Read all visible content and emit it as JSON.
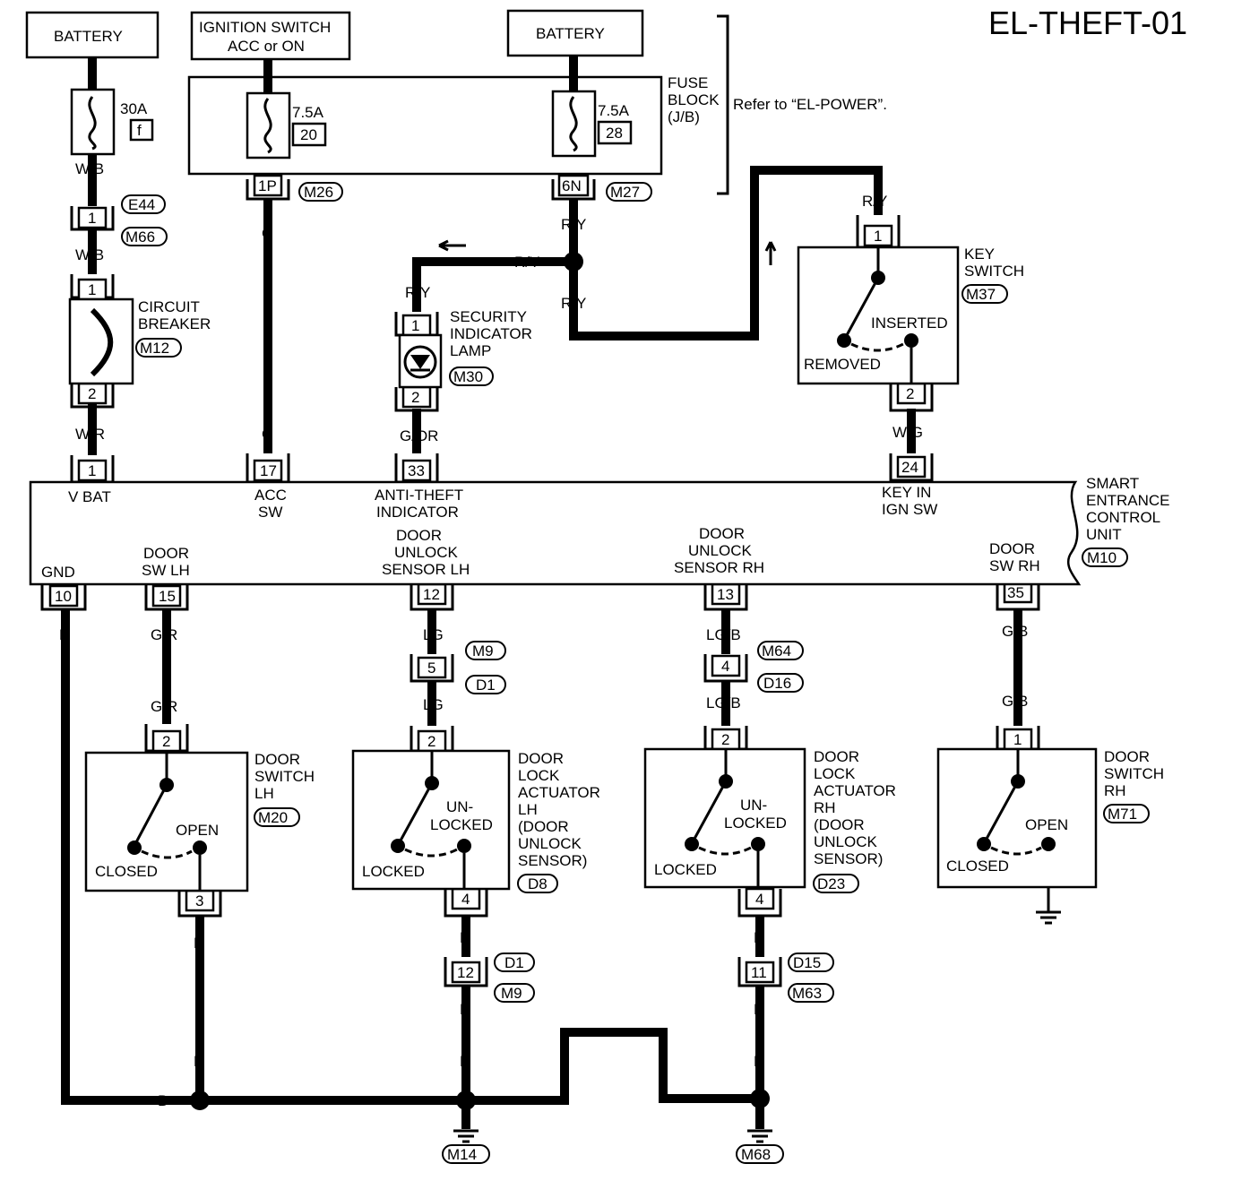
{
  "title": "EL-THEFT-01",
  "sources": {
    "battery_left": "BATTERY",
    "ignition_line1": "IGNITION SWITCH",
    "ignition_line2": "ACC or ON",
    "battery_right": "BATTERY"
  },
  "fuse_block": {
    "label": [
      "FUSE",
      "BLOCK",
      "(J/B)"
    ],
    "refer": "Refer to “EL-POWER”.",
    "fuse_30a": {
      "rating": "30A",
      "id": "f"
    },
    "fuse_20": {
      "rating": "7.5A",
      "id": "20"
    },
    "fuse_28": {
      "rating": "7.5A",
      "id": "28"
    }
  },
  "connectors": {
    "p1": "1P",
    "m26": "M26",
    "n6": "6N",
    "m27": "M27",
    "e44": "E44",
    "m66": "M66",
    "m12": "M12",
    "m30": "M30",
    "m37": "M37",
    "m9": "M9",
    "d1": "D1",
    "m64": "M64",
    "d16": "D16",
    "m20": "M20",
    "d8": "D8",
    "d23": "D23",
    "m71": "M71",
    "m15": "D15",
    "m63": "M63",
    "m14": "M14",
    "m68": "M68",
    "m10": "M10"
  },
  "wire_colors": {
    "wb": "W/B",
    "wr": "W/R",
    "g": "G",
    "ry": "R/Y",
    "gor": "G/OR",
    "wg": "W/G",
    "b": "B",
    "gr": "G/R",
    "lg": "LG",
    "lgb": "LG/B",
    "gb": "G/B"
  },
  "pins": {
    "one": "1",
    "two": "2",
    "three": "3",
    "four": "4",
    "five": "5",
    "ten": "10",
    "eleven": "11",
    "twelve": "12",
    "thirteen": "13",
    "fifteen": "15",
    "seventeen": "17",
    "twentyfour": "24",
    "thirtythree": "33",
    "thirtyfive": "35"
  },
  "components": {
    "circuit_breaker": [
      "CIRCUIT",
      "BREAKER"
    ],
    "security_lamp": [
      "SECURITY",
      "INDICATOR",
      "LAMP"
    ],
    "key_switch": [
      "KEY",
      "SWITCH"
    ],
    "key_inserted": "INSERTED",
    "key_removed": "REMOVED",
    "door_switch_lh": [
      "DOOR",
      "SWITCH",
      "LH"
    ],
    "door_switch_rh": [
      "DOOR",
      "SWITCH",
      "RH"
    ],
    "actuator_lh": [
      "DOOR",
      "LOCK",
      "ACTUATOR",
      "LH",
      "(DOOR",
      "UNLOCK",
      "SENSOR)"
    ],
    "actuator_rh": [
      "DOOR",
      "LOCK",
      "ACTUATOR",
      "RH",
      "(DOOR",
      "UNLOCK",
      "SENSOR)"
    ],
    "open": "OPEN",
    "closed": "CLOSED",
    "unlocked": [
      "UN-",
      "LOCKED"
    ],
    "locked": "LOCKED"
  },
  "control_unit": {
    "name": [
      "SMART",
      "ENTRANCE",
      "CONTROL",
      "UNIT"
    ],
    "vbat": "V BAT",
    "acc_sw": [
      "ACC",
      "SW"
    ],
    "anti_theft": [
      "ANTI-THEFT",
      "INDICATOR"
    ],
    "key_in": [
      "KEY IN",
      "IGN SW"
    ],
    "gnd": "GND",
    "door_sw_lh": [
      "DOOR",
      "SW LH"
    ],
    "unlock_lh": [
      "DOOR",
      "UNLOCK",
      "SENSOR LH"
    ],
    "unlock_rh": [
      "DOOR",
      "UNLOCK",
      "SENSOR RH"
    ],
    "door_sw_rh": [
      "DOOR",
      "SW RH"
    ]
  }
}
